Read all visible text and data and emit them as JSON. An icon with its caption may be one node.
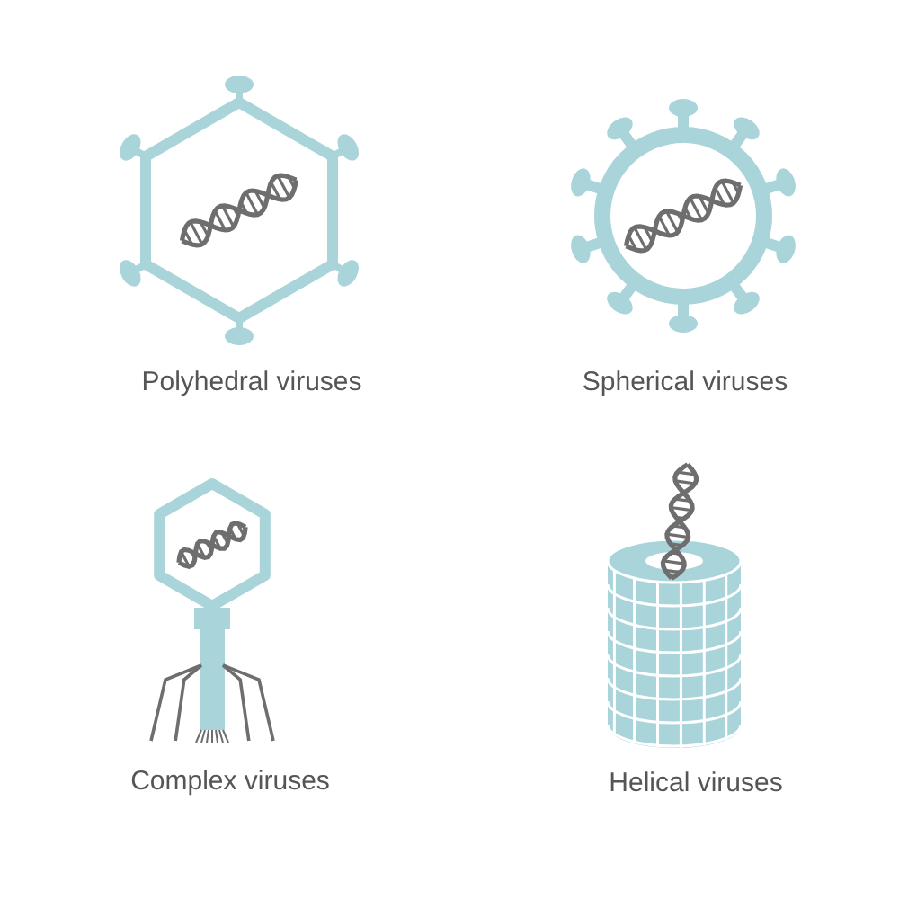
{
  "diagram": {
    "labels": [
      "Polyhedral viruses",
      "Spherical viruses",
      "Complex viruses",
      "Helical viruses"
    ]
  }
}
